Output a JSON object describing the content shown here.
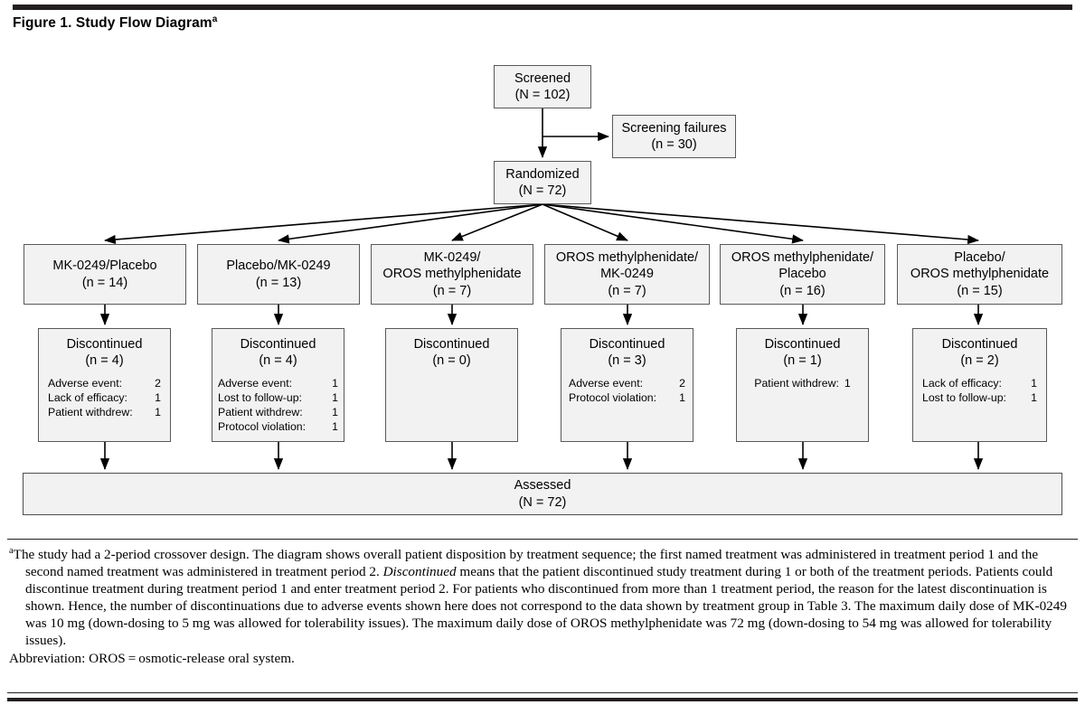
{
  "figure": {
    "title": "Figure 1. Study Flow Diagram",
    "title_superscript": "a"
  },
  "diagram": {
    "screened": {
      "label": "Screened",
      "count": "(N = 102)"
    },
    "screening_failures": {
      "label": "Screening failures",
      "count": "(n = 30)"
    },
    "randomized": {
      "label": "Randomized",
      "count": "(N = 72)"
    },
    "assessed": {
      "label": "Assessed",
      "count": "(N = 72)"
    },
    "arms": [
      {
        "name_line1": "MK-0249/Placebo",
        "name_line2": "",
        "count": "(n = 14)",
        "disc_label": "Discontinued",
        "disc_count": "(n = 4)",
        "reasons": [
          {
            "label": "Adverse event:",
            "value": "2"
          },
          {
            "label": "Lack of efficacy:",
            "value": "1"
          },
          {
            "label": "Patient withdrew:",
            "value": "1"
          }
        ]
      },
      {
        "name_line1": "Placebo/MK-0249",
        "name_line2": "",
        "count": "(n = 13)",
        "disc_label": "Discontinued",
        "disc_count": "(n = 4)",
        "reasons": [
          {
            "label": "Adverse event:",
            "value": "1"
          },
          {
            "label": "Lost to follow-up:",
            "value": "1"
          },
          {
            "label": "Patient withdrew:",
            "value": "1"
          },
          {
            "label": "Protocol violation:",
            "value": "1"
          }
        ]
      },
      {
        "name_line1": "MK-0249/",
        "name_line2": "OROS methylphenidate",
        "count": "(n = 7)",
        "disc_label": "Discontinued",
        "disc_count": "(n = 0)",
        "reasons": []
      },
      {
        "name_line1": "OROS methylphenidate/",
        "name_line2": "MK-0249",
        "count": "(n = 7)",
        "disc_label": "Discontinued",
        "disc_count": "(n = 3)",
        "reasons": [
          {
            "label": "Adverse event:",
            "value": "2"
          },
          {
            "label": "Protocol violation:",
            "value": "1"
          }
        ]
      },
      {
        "name_line1": "OROS methylphenidate/",
        "name_line2": "Placebo",
        "count": "(n = 16)",
        "disc_label": "Discontinued",
        "disc_count": "(n = 1)",
        "reasons": [
          {
            "label": "Patient withdrew:",
            "value": "1"
          }
        ]
      },
      {
        "name_line1": "Placebo/",
        "name_line2": "OROS methylphenidate",
        "count": "(n = 15)",
        "disc_label": "Discontinued",
        "disc_count": "(n = 2)",
        "reasons": [
          {
            "label": "Lack of efficacy:",
            "value": "1"
          },
          {
            "label": "Lost to follow-up:",
            "value": "1"
          }
        ]
      }
    ]
  },
  "footnote": {
    "marker": "a",
    "part1": "The study had a 2-period crossover design. The diagram shows overall patient disposition by treatment sequence; the first named treatment was administered in treatment period 1 and the second named treatment was administered in treatment period 2. ",
    "italic": "Discontinued",
    "part2": " means that the patient discontinued study treatment during 1 or both of the treatment periods. Patients could discontinue treatment during treatment period 1 and enter treatment period 2. For patients who discontinued from more than 1 treatment period, the reason for the latest discontinuation is shown. Hence, the number of discontinuations due to adverse events shown here does not correspond to the data shown by treatment group in Table 3. The maximum daily dose of MK-0249 was 10 mg (down-dosing to 5 mg was allowed for tolerability issues). The maximum daily dose of OROS methylphenidate was 72 mg (down-dosing to 54 mg was allowed for tolerability issues).",
    "abbreviation": "Abbreviation: OROS = osmotic-release oral system."
  },
  "colors": {
    "box_fill": "#f2f2f2",
    "box_border": "#58595b",
    "rule": "#231f20",
    "text": "#000000"
  }
}
